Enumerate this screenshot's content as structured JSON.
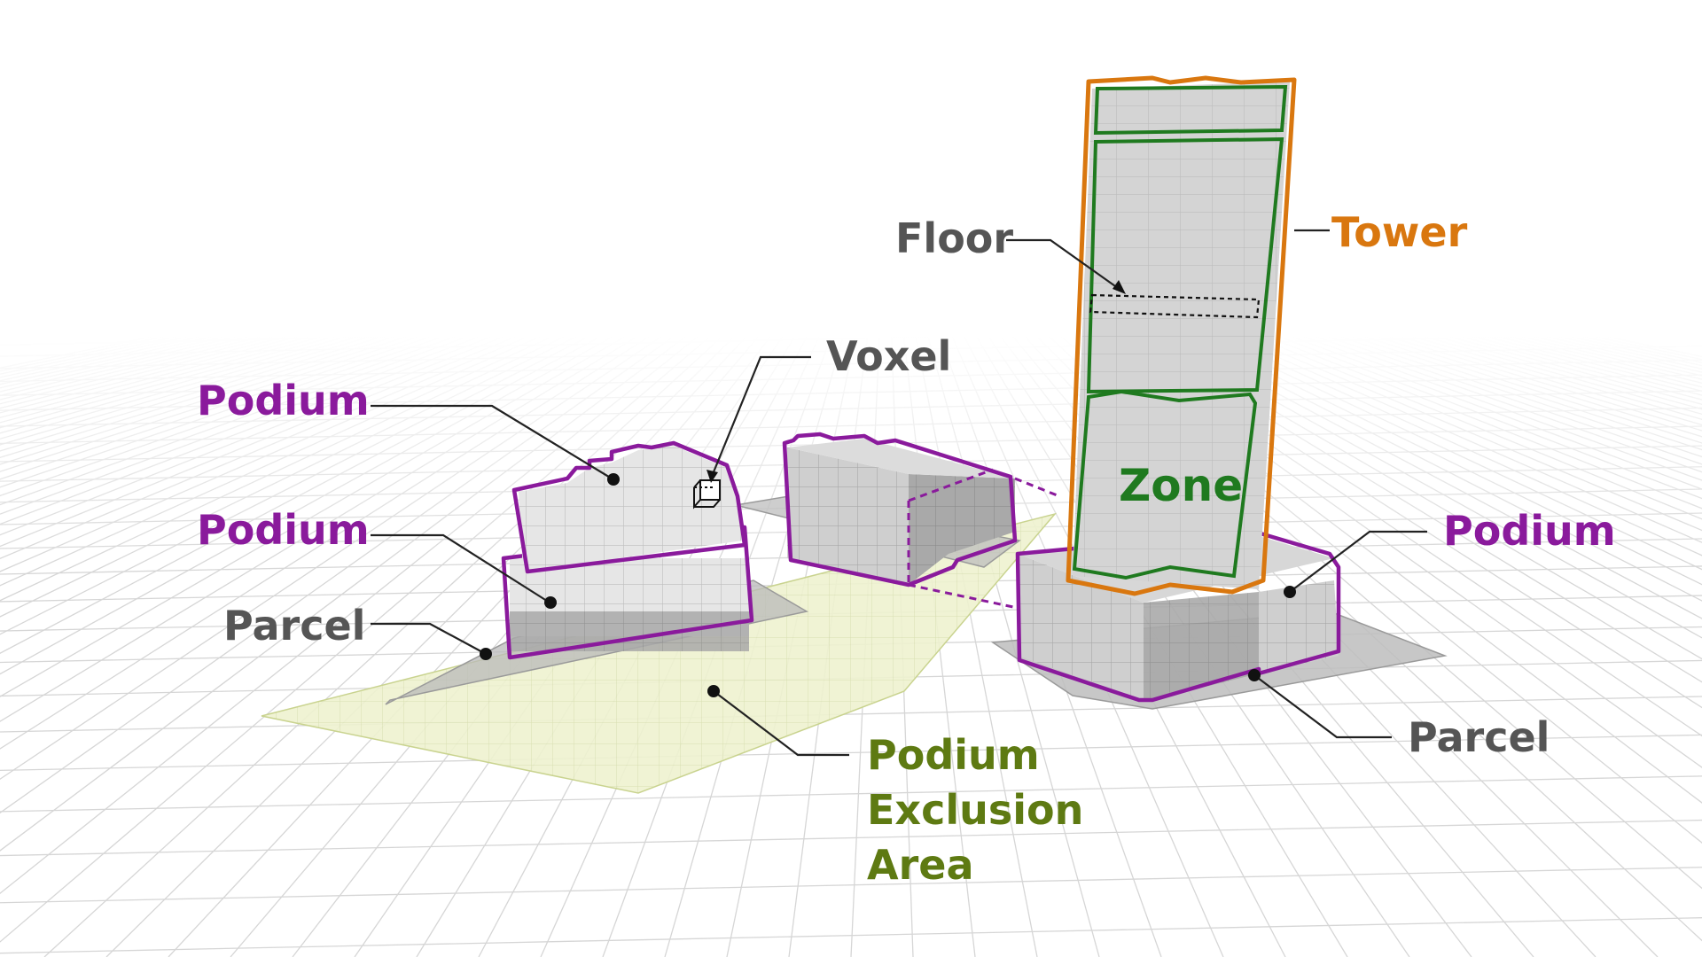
{
  "labels": {
    "podium_upper": "Podium",
    "podium_lower": "Podium",
    "parcel_left": "Parcel",
    "voxel": "Voxel",
    "floor": "Floor",
    "tower": "Tower",
    "zone": "Zone",
    "podium_right": "Podium",
    "parcel_right": "Parcel",
    "exclusion_1": "Podium",
    "exclusion_2": "Exclusion",
    "exclusion_3": "Area"
  },
  "colors": {
    "podium": "#8a1a9c",
    "tower": "#d9770f",
    "zone": "#1f7a1f",
    "exclusion": "#5e7a12",
    "neutral_label": "#555555",
    "leader": "#222222",
    "grid": "#d6d6d6",
    "parcel": "#b8b8b8",
    "exclusion_fill": "#eef2cf"
  },
  "icons": [
    "voxel-cube-icon",
    "leader-dot-icon"
  ]
}
